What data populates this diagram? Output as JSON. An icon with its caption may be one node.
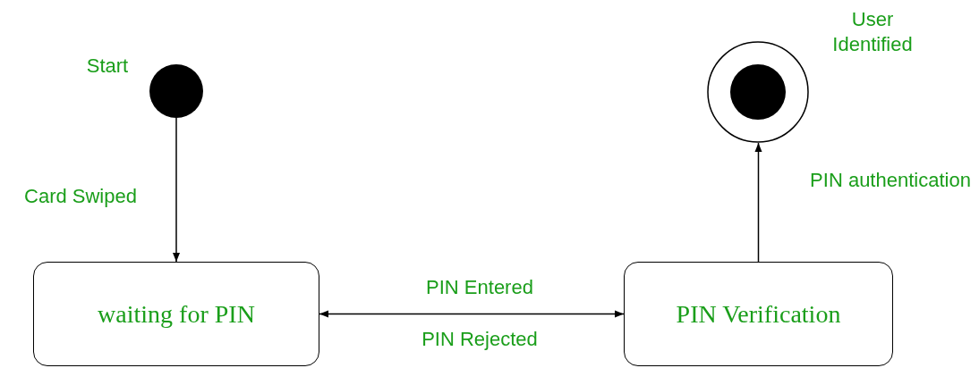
{
  "diagram": {
    "nodes": [
      {
        "text": [],
        "shape": "circle",
        "beside": [
          "Start"
        ]
      },
      {
        "text": [],
        "shape": "circle",
        "beside": [
          "User Identified"
        ]
      },
      {
        "text": [
          "waiting for PIN"
        ]
      },
      {
        "text": [
          "PIN Verification"
        ]
      }
    ],
    "edges": [
      {
        "from": 0,
        "to": 2,
        "arrow": "to",
        "label": "Card Swiped"
      },
      {
        "from": 2,
        "to": 3,
        "arrow": "both",
        "label": "PIN Entered"
      },
      {
        "from": 3,
        "to": 1,
        "arrow": "to",
        "label": "PIN authentication"
      }
    ],
    "labels": [
      "PIN Rejected"
    ]
  }
}
